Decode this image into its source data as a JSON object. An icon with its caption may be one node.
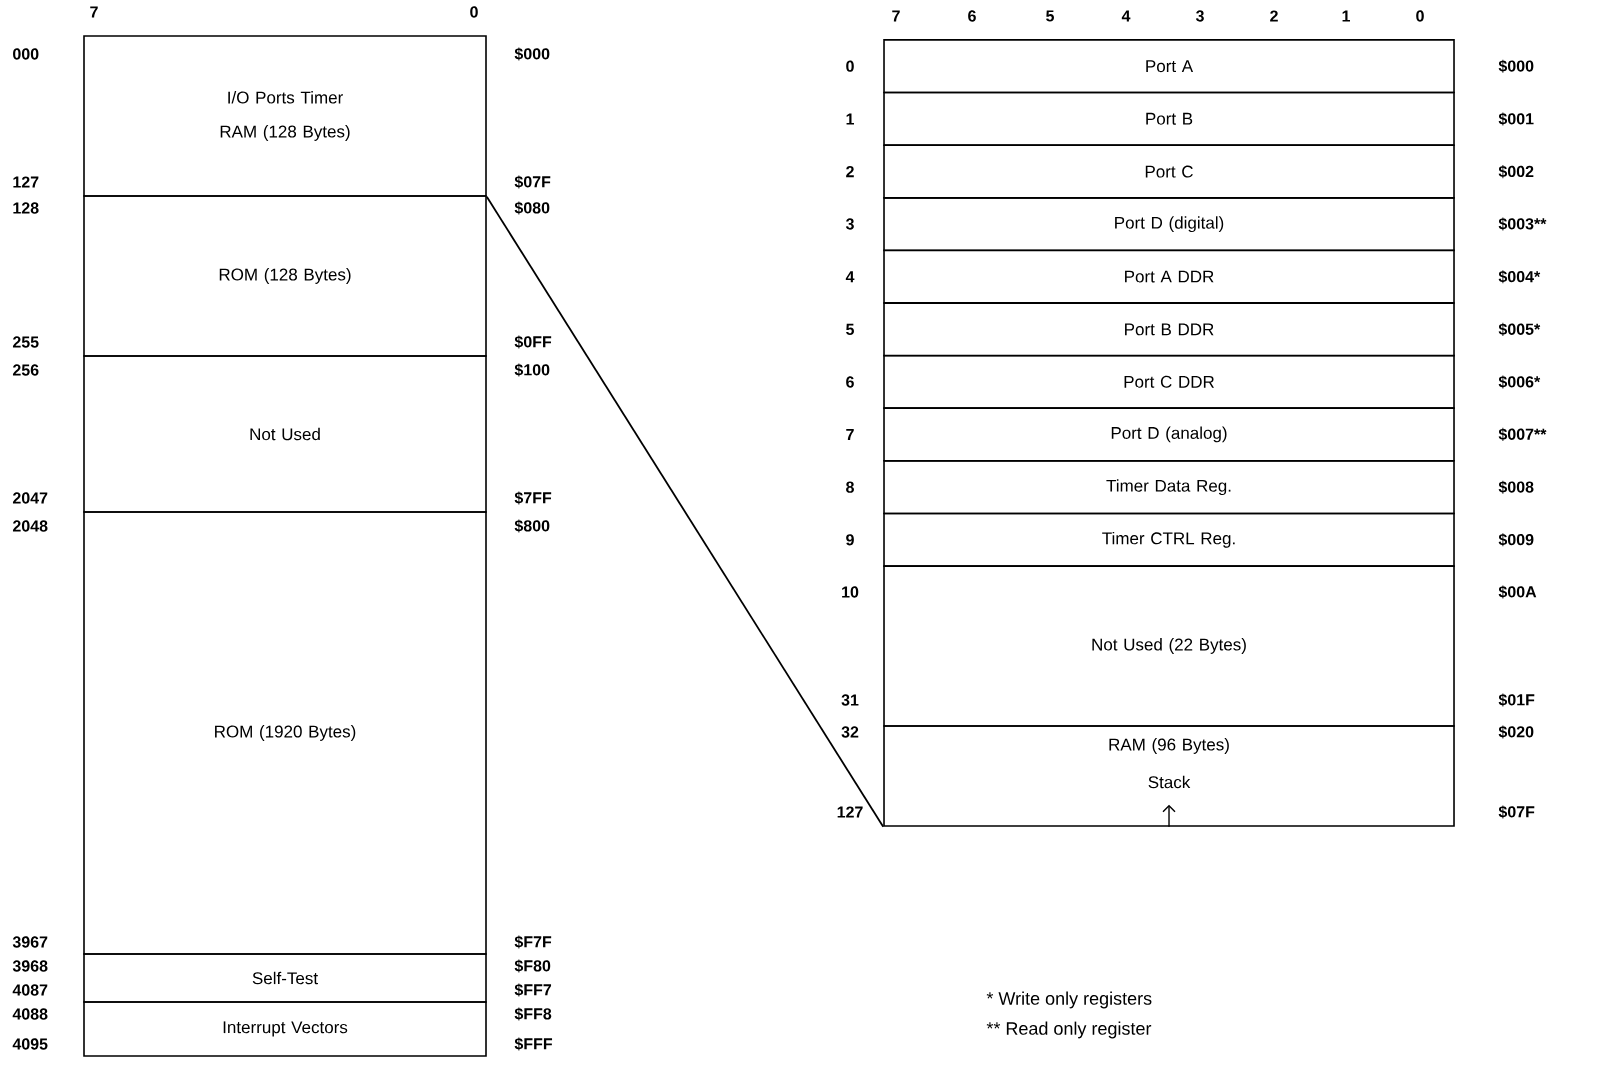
{
  "diagram": {
    "nodes": [
      {
        "text": [
          "I/O Ports Timer RAM (128 Bytes)"
        ]
      },
      {
        "text": [
          "ROM (128 Bytes)"
        ]
      },
      {
        "text": [
          "Not Used"
        ]
      },
      {
        "text": [
          "ROM (1920 Bytes)"
        ]
      },
      {
        "text": [
          "Self-Test"
        ]
      },
      {
        "text": [
          "Interrupt Vectors"
        ]
      },
      {
        "text": [
          "Port A"
        ]
      },
      {
        "text": [
          "Port B"
        ]
      },
      {
        "text": [
          "Port C"
        ]
      },
      {
        "text": [
          "Port D (digital)"
        ]
      },
      {
        "text": [
          "Port A DDR"
        ]
      },
      {
        "text": [
          "Port B DDR"
        ]
      },
      {
        "text": [
          "Port C DDR"
        ]
      },
      {
        "text": [
          "Port D (analog)"
        ]
      },
      {
        "text": [
          "Timer Data Reg."
        ]
      },
      {
        "text": [
          "Timer CTRL Reg."
        ]
      },
      {
        "text": [
          "Not Used (22 Bytes)"
        ]
      },
      {
        "text": [
          "RAM (96 Bytes)",
          "Stack"
        ]
      }
    ],
    "edges": [
      {
        "from": 0,
        "to": 17,
        "arrow": "none"
      }
    ],
    "labels": [
      "7",
      "0",
      "7",
      "6",
      "5",
      "4",
      "3",
      "2",
      "1",
      "0",
      "000",
      "$000",
      "127",
      "$07F",
      "128",
      "$080",
      "255",
      "$0FF",
      "256",
      "$100",
      "2047",
      "$7FF",
      "2048",
      "$800",
      "3967",
      "$F7F",
      "3968",
      "$F80",
      "4087",
      "$FF7",
      "4088",
      "$FF8",
      "4095",
      "$FFF",
      "0",
      "$000",
      "1",
      "$001",
      "2",
      "$002",
      "3",
      "$003**",
      "4",
      "$004*",
      "5",
      "$005*",
      "6",
      "$006*",
      "7",
      "$007**",
      "8",
      "$008",
      "9",
      "$009",
      "10",
      "$00A",
      "31",
      "$01F",
      "32",
      "$020",
      "127",
      "$07F",
      "* Write only registers",
      "** Read only register"
    ]
  }
}
